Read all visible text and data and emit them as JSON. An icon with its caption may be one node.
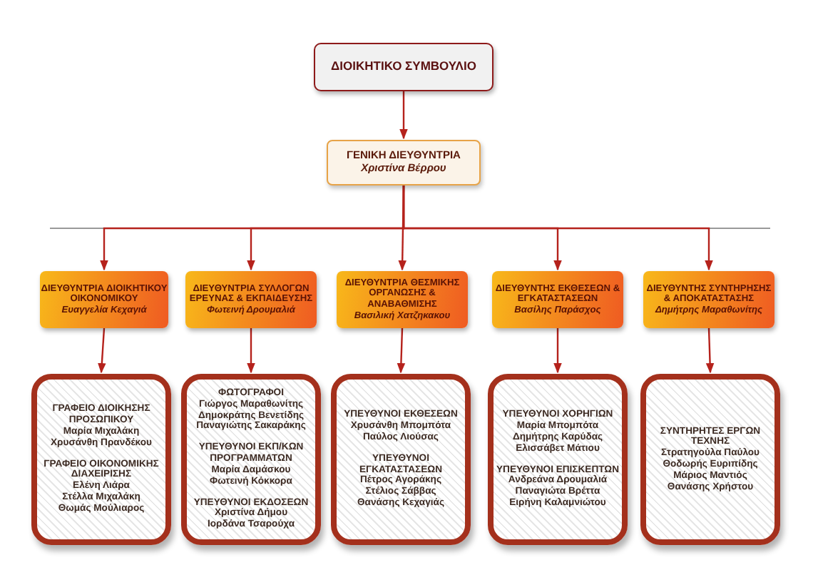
{
  "diagram": {
    "nodes": [
      {
        "text": [
          "ΔΙΟΙΚΗΤΙΚΟ ΣΥΜΒΟΥΛΙΟ"
        ]
      },
      {
        "text": [
          "ΓΕΝΙΚΗ ΔΙΕΥΘΥΝΤΡΙΑ",
          "Χριστίνα Βέρρου"
        ]
      },
      {
        "text": [
          "ΔΙΕΥΘΥΝΤΡΙΑ ΔΙΟΙΚΗΤΙΚΟΥ ΟΙΚΟΝΟΜΙΚΟΥ",
          "Ευαγγελία Κεχαγιά"
        ]
      },
      {
        "text": [
          "ΔΙΕΥΘΥΝΤΡΙΑ ΣΥΛΛΟΓΩΝ ΕΡΕΥΝΑΣ & ΕΚΠΑΙΔΕΥΣΗΣ",
          "Φωτεινή Δρουμαλιά"
        ]
      },
      {
        "text": [
          "ΔΙΕΥΘΥΝΤΡΙΑ ΘΕΣΜΙΚΗΣ ΟΡΓΑΝΩΣΗΣ & ΑΝΑΒΑΘΜΙΣΗΣ",
          "Βασιλική Χατζηκακου"
        ]
      },
      {
        "text": [
          "ΔΙΕΥΘΥΝΤΗΣ ΕΚΘΕΣΕΩΝ & ΕΓΚΑΤΑΣΤΑΣΕΩΝ",
          "Βασίλης Παράσχος"
        ]
      },
      {
        "text": [
          "ΔΙΕΥΘΥΝΤΗΣ ΣΥΝΤΗΡΗΣΗΣ & ΑΠΟΚΑΤΑΣΤΑΣΗΣ",
          "Δημήτρης Μαραθωνίτης"
        ]
      },
      {
        "text": [
          "ΓΡΑΦΕΙΟ ΔΙΟΙΚΗΣΗΣ ΠΡΟΣΩΠΙΚΟΥ",
          "Μαρία Μιχαλάκη",
          "Χρυσάνθη Πρανδέκου",
          "ΓΡΑΦΕΙΟ ΟΙΚΟΝΟΜΙΚΗΣ ΔΙΑΧΕΙΡΙΣΗΣ",
          "Ελένη Λιάρα",
          "Στέλλα Μιχαλάκη",
          "Θωμάς Μούλιαρος"
        ]
      },
      {
        "text": [
          "ΦΩΤΟΓΡΑΦΟΙ",
          "Γιώργος Μαραθωνίτης",
          "Δημοκράτης Βενετίδης",
          "Παναγιώτης Σακαράκης",
          "ΥΠΕΥΘΥΝΟΙ ΕΚΠ/ΚΩΝ ΠΡΟΓΡΑΜΜΑΤΩΝ",
          "Μαρία Δαμάσκου",
          "Φωτεινή Κόκκορα",
          "ΥΠΕΥΘΥΝΟΙ ΕΚΔΟΣΕΩΝ",
          "Χριστίνα Δήμου",
          "Ιορδάνα Τσαρούχα"
        ]
      },
      {
        "text": [
          "ΥΠΕΥΘΥΝΟΙ ΕΚΘΕΣΕΩΝ",
          "Χρυσάνθη Μπομπότα",
          "Παύλος Λιούσας",
          "ΥΠΕΥΘΥΝΟΙ ΕΓΚΑΤΑΣΤΑΣΕΩΝ",
          "Πέτρος Αγοράκης",
          "Στέλιος Σάββας",
          "Θανάσης Κεχαγιάς"
        ]
      },
      {
        "text": [
          "ΥΠΕΥΘΥΝΟΙ ΧΟΡΗΓΙΩΝ",
          "Μαρία Μπομπότα",
          "Δημήτρης Καρύδας",
          "Ελισσάβετ Μάτιου",
          "ΥΠΕΥΘΥΝΟΙ ΕΠΙΣΚΕΠΤΩΝ",
          "Ανδρεάνα Δρουμαλιά",
          "Παναγιώτα Βρέττα",
          "Ειρήνη Καλαμνιώτου"
        ]
      },
      {
        "text": [
          "ΣΥΝΤΗΡΗΤΕΣ ΕΡΓΩΝ ΤΕΧΝΗΣ",
          "Στρατηγούλα Παύλου",
          "Θοδωρής Ευριπίδης",
          "Μάριος Μαντιός",
          "Θανάσης Χρήστου"
        ]
      }
    ],
    "edges": [
      {
        "from": 0,
        "to": 1,
        "arrow": "to"
      },
      {
        "from": 1,
        "to": 2,
        "arrow": "to"
      },
      {
        "from": 1,
        "to": 3,
        "arrow": "to"
      },
      {
        "from": 1,
        "to": 4,
        "arrow": "to"
      },
      {
        "from": 1,
        "to": 5,
        "arrow": "to"
      },
      {
        "from": 1,
        "to": 6,
        "arrow": "to"
      },
      {
        "from": 2,
        "to": 7,
        "arrow": "to"
      },
      {
        "from": 3,
        "to": 8,
        "arrow": "to"
      },
      {
        "from": 4,
        "to": 9,
        "arrow": "to"
      },
      {
        "from": 5,
        "to": 10,
        "arrow": "to"
      },
      {
        "from": 6,
        "to": 11,
        "arrow": "to"
      }
    ]
  }
}
